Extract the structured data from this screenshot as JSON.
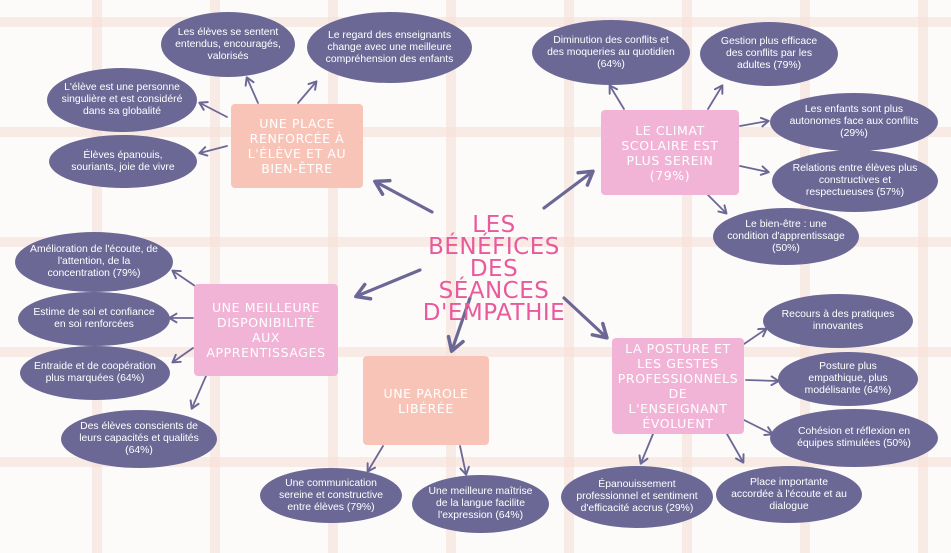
{
  "title": "LES BÉNÉFICES DES SÉANCES D'EMPATHIE",
  "themes": {
    "eleve": "UNE PLACE RENFORCÉE À L'ÉLÈVE ET AU BIEN-ÊTRE",
    "climat": "LE CLIMAT SCOLAIRE EST PLUS SEREIN (79%)",
    "disponibilite": "UNE MEILLEURE DISPONIBILITÉ AUX APPRENTISSAGES",
    "parole": "UNE PAROLE LIBÉRÉE",
    "posture": "LA POSTURE ET LES GESTES PROFESSIONNELS DE L'ENSEIGNANT ÉVOLUENT"
  },
  "outcomes": {
    "eleve": [
      "Les élèves se sentent entendus, encouragés, valorisés",
      "Le regard des enseignants change avec une meilleure compréhension des enfants",
      "L'élève est une personne singulière et est considéré dans sa globalité",
      "Élèves épanouis, souriants, joie de vivre"
    ],
    "climat": [
      "Diminution des conflits et des moqueries au quotidien (64%)",
      "Gestion plus efficace des conflits par les adultes (79%)",
      "Les enfants sont plus autonomes face aux conflits (29%)",
      "Relations entre élèves plus constructives et respectueuses (57%)",
      "Le bien-être : une condition d'apprentissage (50%)"
    ],
    "disponibilite": [
      "Amélioration de l'écoute, de l'attention, de la concentration (79%)",
      "Estime de soi et confiance en soi renforcées",
      "Entraide et de coopération plus marquées (64%)",
      "Des élèves conscients de leurs capacités et qualités (64%)"
    ],
    "parole": [
      "Une communication sereine et constructive entre élèves (79%)",
      "Une meilleure maîtrise de la langue facilite l'expression (64%)"
    ],
    "posture": [
      "Recours à des pratiques innovantes",
      "Posture plus empathique, plus modélisante (64%)",
      "Cohésion et réflexion en équipes stimulées (50%)",
      "Place importante accordée à l'écoute et au dialogue",
      "Épanouissement professionnel et sentiment d'efficacité accrus (29%)"
    ]
  },
  "colors": {
    "center_text": "#e85a9c",
    "theme_peach": "#f9c4b8",
    "theme_pink": "#f2b4d6",
    "outcome_oval": "#6c6896",
    "arrow": "#6c6896",
    "grid": "#f4ded6"
  }
}
